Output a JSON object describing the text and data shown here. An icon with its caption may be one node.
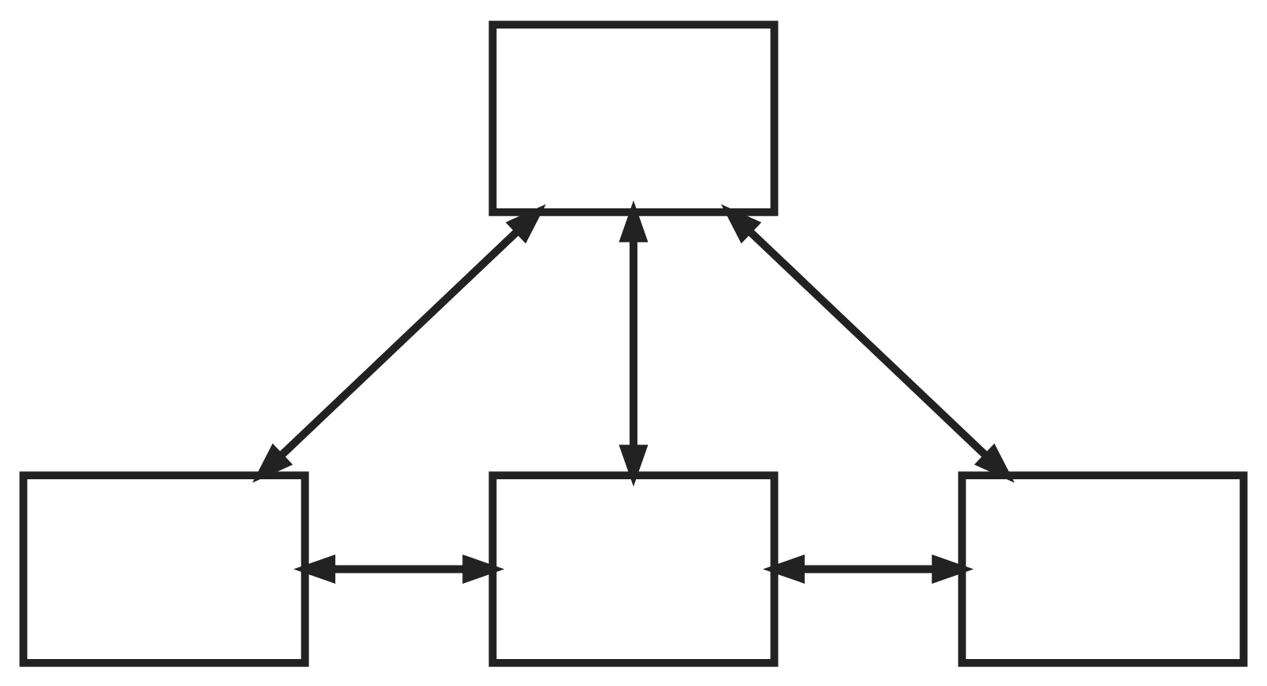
{
  "diagram": {
    "nodes": [
      {
        "text": [],
        "shape": "box"
      },
      {
        "text": [],
        "shape": "box"
      },
      {
        "text": [],
        "shape": "box"
      },
      {
        "text": [],
        "shape": "box"
      }
    ],
    "edges": [
      {
        "from": 1,
        "to": 0,
        "arrow": "both"
      },
      {
        "from": 2,
        "to": 0,
        "arrow": "both"
      },
      {
        "from": 3,
        "to": 0,
        "arrow": "both"
      },
      {
        "from": 1,
        "to": 2,
        "arrow": "both"
      },
      {
        "from": 2,
        "to": 3,
        "arrow": "both"
      }
    ]
  }
}
